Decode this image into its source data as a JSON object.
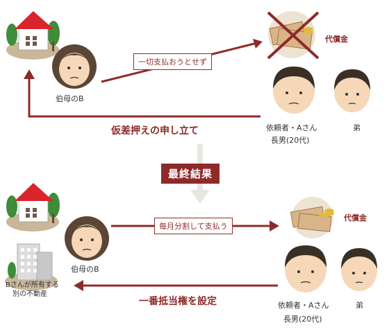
{
  "top": {
    "aunt_label": "伯母のB",
    "no_pay_label": "一切支払おうとせず",
    "money_label": "代償金",
    "client_label": "依頼者・Aさん",
    "client_sub": "長男(20代)",
    "brother_label": "弟",
    "attachment_label": "仮差押えの申し立て"
  },
  "final_result_label": "最終結果",
  "bottom": {
    "aunt_label": "伯母のB",
    "installment_label": "毎月分割して支払う",
    "money_label": "代償金",
    "client_label": "依頼者・Aさん",
    "client_sub": "長男(20代)",
    "brother_label": "弟",
    "mortgage_label": "一番抵当権を設定",
    "property_label_1": "Bさんが所有する",
    "property_label_2": "別の不動産"
  },
  "colors": {
    "accent": "#8e2b2a",
    "roof": "#d9242b",
    "tree": "#3f8c3a",
    "ground": "#c9b79a"
  }
}
